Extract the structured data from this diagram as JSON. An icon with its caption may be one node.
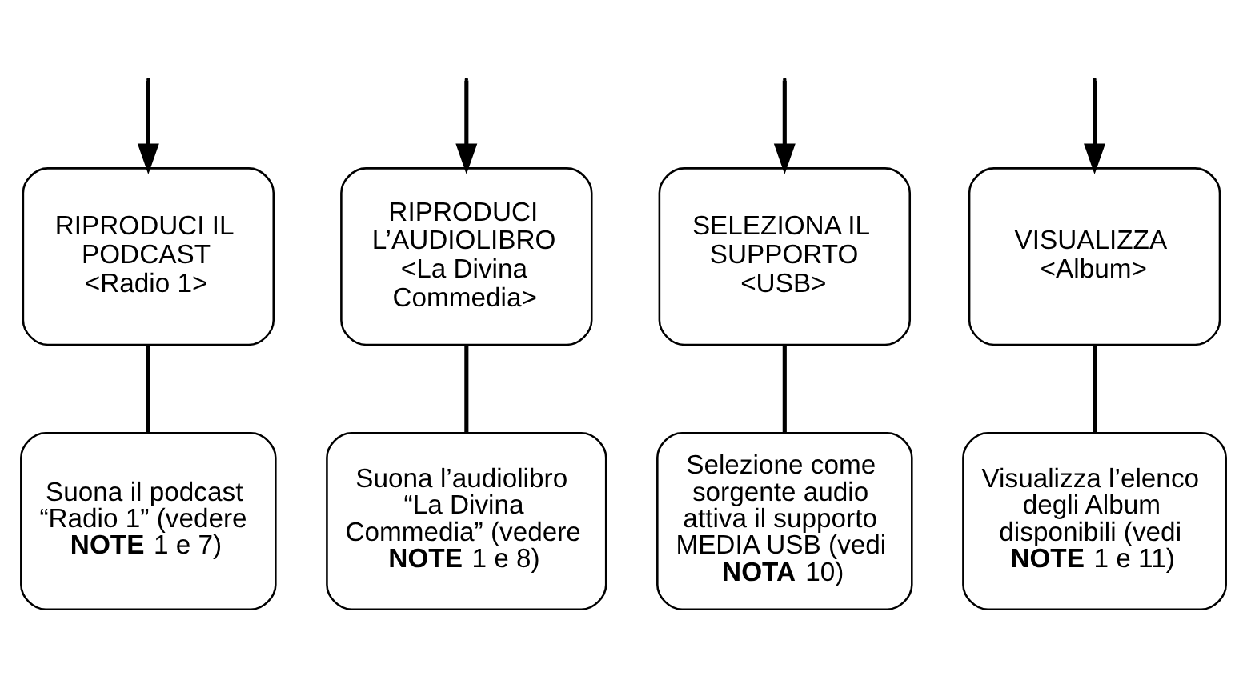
{
  "diagram": {
    "nodes": [
      {
        "text": [
          "RIPRODUCI IL PODCAST",
          "<Radio 1>"
        ]
      },
      {
        "text": [
          "RIPRODUCI L’AUDIOLIBRO",
          "<La Divina Commedia>"
        ]
      },
      {
        "text": [
          "SELEZIONA IL SUPPORTO",
          "<USB>"
        ]
      },
      {
        "text": [
          "VISUALIZZA",
          "<Album>"
        ]
      },
      {
        "text": [
          "Suona il podcast “Radio 1” (vedere **NOTE** 1 e 7)"
        ]
      },
      {
        "text": [
          "Suona l’audiolibro “La Divina Commedia” (vedere **NOTE** 1 e 8)"
        ]
      },
      {
        "text": [
          "Selezione come sorgente audio attiva il supporto MEDIA USB (vedi **NOTA** 10)"
        ]
      },
      {
        "text": [
          "Visualizza l’elenco degli Album disponibili (vedi **NOTE** 1 e 11)"
        ]
      }
    ],
    "edges": [
      {
        "from": null,
        "to": 0,
        "arrow": "to"
      },
      {
        "from": null,
        "to": 1,
        "arrow": "to"
      },
      {
        "from": null,
        "to": 2,
        "arrow": "to"
      },
      {
        "from": null,
        "to": 3,
        "arrow": "to"
      },
      {
        "from": 0,
        "to": 4,
        "arrow": "none"
      },
      {
        "from": 1,
        "to": 5,
        "arrow": "none"
      },
      {
        "from": 2,
        "to": 6,
        "arrow": "none"
      },
      {
        "from": 3,
        "to": 7,
        "arrow": "none"
      }
    ]
  }
}
